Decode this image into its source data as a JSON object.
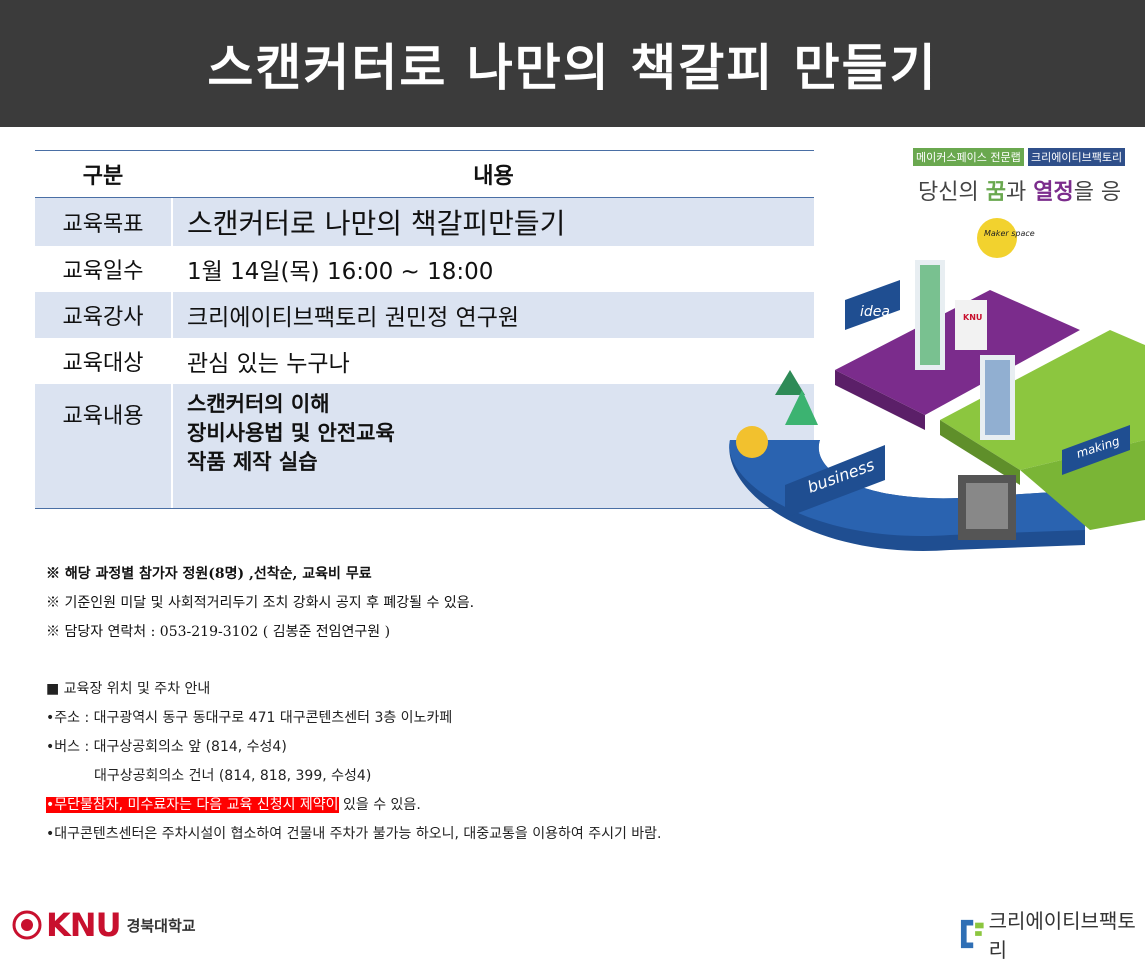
{
  "title": "스캔커터로 나만의 책갈피 만들기",
  "table": {
    "header": {
      "col1": "구분",
      "col2": "내용"
    },
    "rows": [
      {
        "label": "교육목표",
        "value": "스캔커터로 나만의 책갈피만들기"
      },
      {
        "label": "교육일수",
        "value": "1월 14일(목) 16:00 ~ 18:00"
      },
      {
        "label": "교육강사",
        "value": "크리에이티브팩토리 권민정 연구원"
      },
      {
        "label": "교육대상",
        "value": "관심 있는 누구나"
      },
      {
        "label": "교육내용",
        "lines": [
          "스캔커터의 이해",
          "장비사용법 및 안전교육",
          "작품 제작 실습"
        ]
      }
    ]
  },
  "notes": [
    "※ 해당 과정별 참가자 정원(8명) ,선착순, 교육비 무료",
    "※ 기준인원 미달 및 사회적거리두기 조치 강화시 공지 후 폐강될 수 있음.",
    "※ 담당자 연락처 : 053-219-3102 ( 김봉준 전임연구원 )"
  ],
  "info": {
    "heading": "■ 교육장 위치 및 주차 안내",
    "address": "•주소 : 대구광역시 동구 동대구로 471  대구콘텐츠센터 3층 이노카페",
    "bus1": "•버스 : 대구상공회의소 앞 (814,  수성4)",
    "bus2": "대구상공회의소 건너 (814,  818,  399,  수성4)",
    "warning_highlight": "•무단불참자, 미수료자는 다음 교육 신청시 제약이",
    "warning_rest": " 있을 수 있음.",
    "parking": "•대구콘텐츠센터은 주차시설이 협소하여 건물내 주차가 불가능 하오니, 대중교통을 이용하여 주시기 바람."
  },
  "illustration": {
    "tag1": "메이커스페이스 전문랩",
    "tag2": "크리에이티브팩토리",
    "slogan_a": "당신의 ",
    "slogan_b": "꿈",
    "slogan_c": "과 ",
    "slogan_d": "열정",
    "slogan_e": "을 응",
    "sign_idea": "idea",
    "sign_business": "business",
    "sign_making": "making",
    "sign_maker": "Maker space",
    "sign_knu": "KNU"
  },
  "logos": {
    "knu_word": "KNU",
    "knu_kor": "경북대학교",
    "cf_kor": "크리에이티브팩토리"
  },
  "colors": {
    "header_bg": "#3b3b3b",
    "row_shade": "#dbe3f1",
    "accent_red": "#c8102e"
  }
}
